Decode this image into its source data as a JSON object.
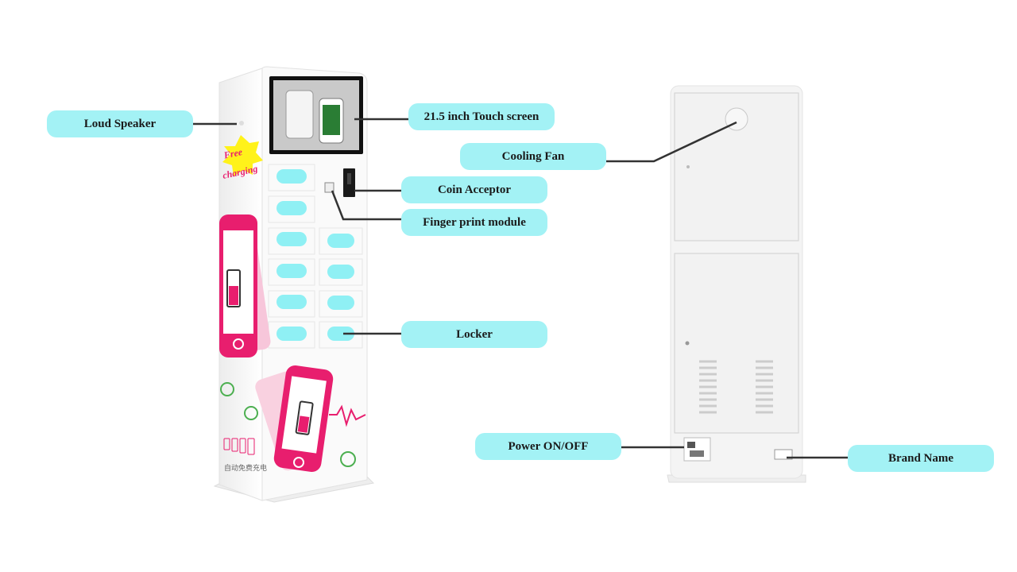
{
  "labels": {
    "loud_speaker": "Loud Speaker",
    "touch_screen": "21.5 inch Touch screen",
    "cooling_fan": "Cooling Fan",
    "coin_acceptor": "Coin Acceptor",
    "fingerprint_module": "Finger print module",
    "locker": "Locker",
    "power_switch": "Power ON/OFF",
    "brand_name": "Brand Name"
  },
  "kiosk_decal": {
    "badge_line1": "Free",
    "badge_line2": "charging",
    "chinese_caption": "自动免费充电"
  },
  "colors": {
    "callout_fill": "#a3f2f5",
    "locker_button": "#8ff0f4",
    "phone_pink": "#e81e6e",
    "badge_yellow": "#fff21a",
    "kiosk_body": "#f7f7f7",
    "leader_line": "#333333"
  }
}
